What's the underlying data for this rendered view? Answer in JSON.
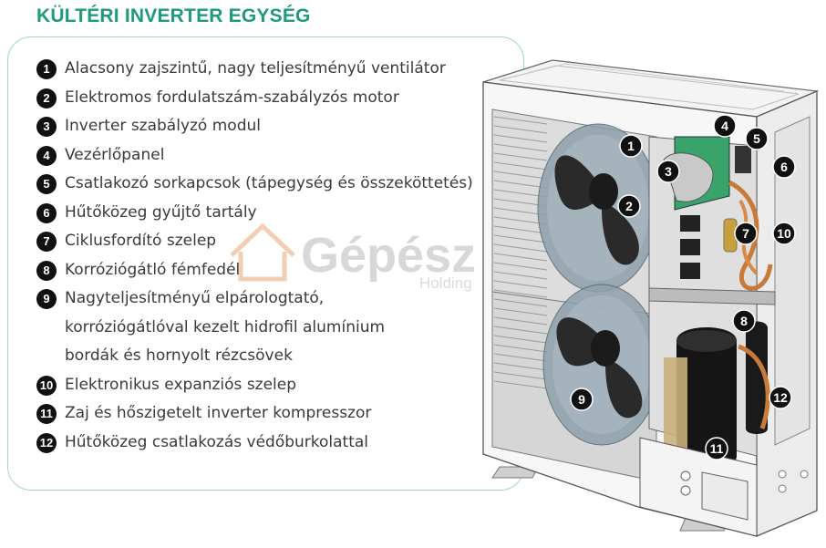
{
  "title": "KÜLTÉRI INVERTER EGYSÉG",
  "legend": [
    {
      "num": "1",
      "lines": [
        "Alacsony zajszintű, nagy teljesítményű ventilátor"
      ]
    },
    {
      "num": "2",
      "lines": [
        "Elektromos fordulatszám-szabályzós motor"
      ]
    },
    {
      "num": "3",
      "lines": [
        "Inverter szabályzó modul"
      ]
    },
    {
      "num": "4",
      "lines": [
        "Vezérlőpanel"
      ]
    },
    {
      "num": "5",
      "lines": [
        "Csatlakozó sorkapcsok (tápegység és összeköttetés)"
      ]
    },
    {
      "num": "6",
      "lines": [
        "Hűtőközeg gyűjtő tartály"
      ]
    },
    {
      "num": "7",
      "lines": [
        "Ciklusfordító szelep"
      ]
    },
    {
      "num": "8",
      "lines": [
        "Korróziógátló fémfedél"
      ]
    },
    {
      "num": "9",
      "lines": [
        "Nagyteljesítményű elpárologtató,",
        "korróziógátlóval kezelt hidrofil alumínium",
        "bordák és hornyolt rézcsövek"
      ]
    },
    {
      "num": "10",
      "lines": [
        "Elektronikus expanziós szelep"
      ]
    },
    {
      "num": "11",
      "lines": [
        "Zaj és hőszigetelt inverter kompresszor"
      ]
    },
    {
      "num": "12",
      "lines": [
        "Hűtőközeg csatlakozás védőburkolattal"
      ]
    }
  ],
  "watermark": {
    "brand": "Gépész",
    "sub": "Holding"
  },
  "callouts": [
    {
      "label": "1"
    },
    {
      "label": "2"
    },
    {
      "label": "3"
    },
    {
      "label": "4"
    },
    {
      "label": "5"
    },
    {
      "label": "6"
    },
    {
      "label": "7"
    },
    {
      "label": "8"
    },
    {
      "label": "9"
    },
    {
      "label": "10"
    },
    {
      "label": "11"
    },
    {
      "label": "12"
    }
  ]
}
